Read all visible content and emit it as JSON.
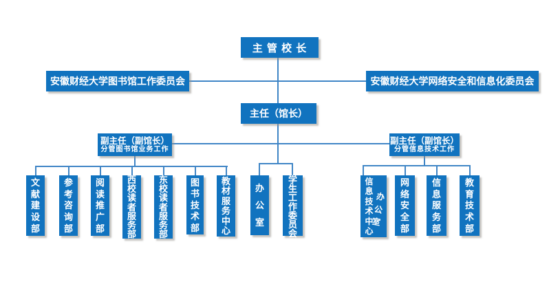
{
  "colors": {
    "box_fill": "#1173BF",
    "connector_line": "#3F85C6",
    "box_text": "#FFFFFF",
    "background": "#FFFFFF",
    "box_shadow": "#969088"
  },
  "nodes": {
    "president": "主 管 校 长",
    "library_committee": "安徽财经大学图书馆工作委员会",
    "cyber_committee": "安徽财经大学网络安全和信息化委员会",
    "director": "主任（馆长）",
    "deputy_library": {
      "title": "副主任（副馆长）",
      "subtitle": "分管图书馆业务工作"
    },
    "deputy_it": {
      "title": "副主任（副馆长）",
      "subtitle": "分管信息技术工作"
    },
    "library_departments": [
      "文献建设部",
      "参考咨询部",
      "阅读推广部",
      "西校读者服务部",
      "东校读者服务部",
      "图书技术部",
      "教材服务中心"
    ],
    "admin_departments": [
      "办公室",
      "学生工作委员会"
    ],
    "it_departments": [
      {
        "label": "信息技术中心",
        "sublabel": "办公室"
      },
      {
        "label": "网络安全部"
      },
      {
        "label": "信息服务部"
      },
      {
        "label": "教育技术部"
      }
    ]
  }
}
